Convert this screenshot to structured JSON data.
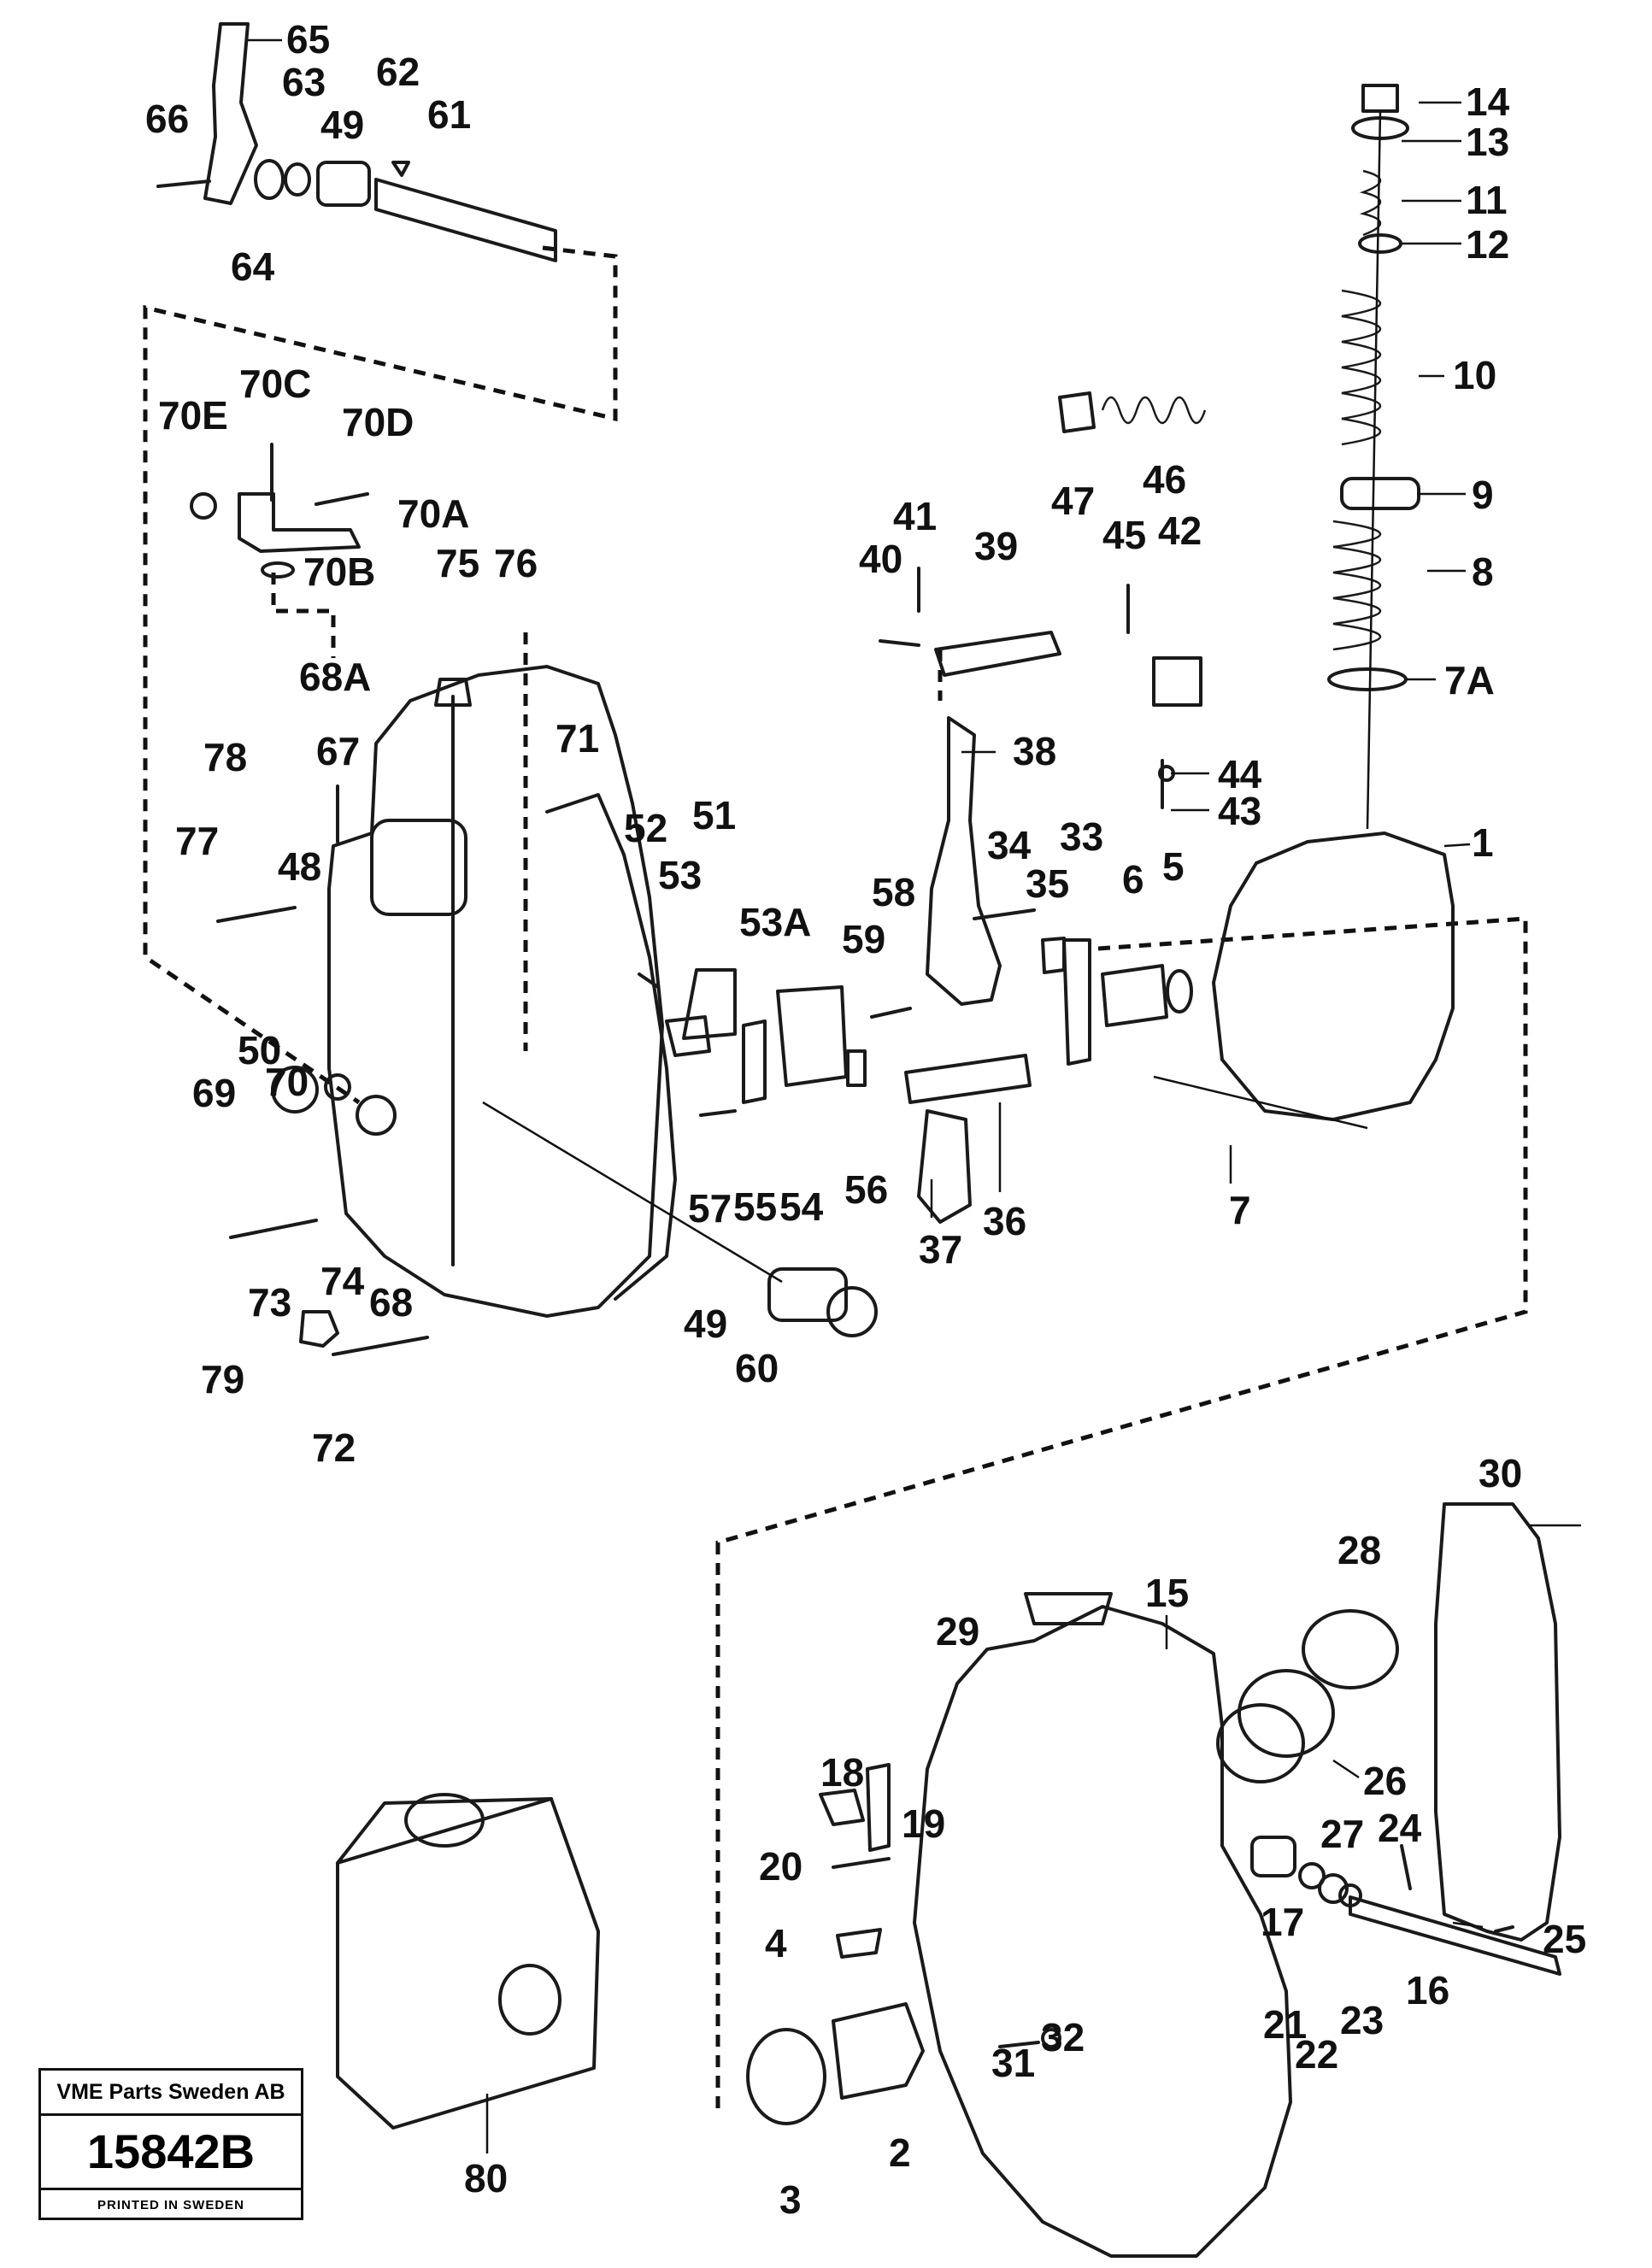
{
  "labels": [
    {
      "text": "65"
    },
    {
      "text": "66"
    },
    {
      "text": "63"
    },
    {
      "text": "62"
    },
    {
      "text": "49"
    },
    {
      "text": "61"
    },
    {
      "text": "64"
    },
    {
      "text": "70E"
    },
    {
      "text": "70C"
    },
    {
      "text": "70D"
    },
    {
      "text": "70A"
    },
    {
      "text": "70B"
    },
    {
      "text": "75"
    },
    {
      "text": "76"
    },
    {
      "text": "68A"
    },
    {
      "text": "67"
    },
    {
      "text": "78"
    },
    {
      "text": "77"
    },
    {
      "text": "48"
    },
    {
      "text": "71"
    },
    {
      "text": "52"
    },
    {
      "text": "51"
    },
    {
      "text": "53"
    },
    {
      "text": "53A"
    },
    {
      "text": "50"
    },
    {
      "text": "69"
    },
    {
      "text": "70"
    },
    {
      "text": "73"
    },
    {
      "text": "74"
    },
    {
      "text": "68"
    },
    {
      "text": "79"
    },
    {
      "text": "72"
    },
    {
      "text": "49"
    },
    {
      "text": "60"
    },
    {
      "text": "57"
    },
    {
      "text": "55"
    },
    {
      "text": "54"
    },
    {
      "text": "56"
    },
    {
      "text": "59"
    },
    {
      "text": "58"
    },
    {
      "text": "37"
    },
    {
      "text": "36"
    },
    {
      "text": "38"
    },
    {
      "text": "34"
    },
    {
      "text": "35"
    },
    {
      "text": "33"
    },
    {
      "text": "6"
    },
    {
      "text": "5"
    },
    {
      "text": "41"
    },
    {
      "text": "40"
    },
    {
      "text": "39"
    },
    {
      "text": "45"
    },
    {
      "text": "42"
    },
    {
      "text": "47"
    },
    {
      "text": "46"
    },
    {
      "text": "44"
    },
    {
      "text": "43"
    },
    {
      "text": "7"
    },
    {
      "text": "1"
    },
    {
      "text": "14"
    },
    {
      "text": "13"
    },
    {
      "text": "11"
    },
    {
      "text": "12"
    },
    {
      "text": "10"
    },
    {
      "text": "9"
    },
    {
      "text": "8"
    },
    {
      "text": "7A"
    },
    {
      "text": "30"
    },
    {
      "text": "28"
    },
    {
      "text": "29"
    },
    {
      "text": "15"
    },
    {
      "text": "26"
    },
    {
      "text": "27"
    },
    {
      "text": "24"
    },
    {
      "text": "25"
    },
    {
      "text": "18"
    },
    {
      "text": "19"
    },
    {
      "text": "20"
    },
    {
      "text": "17"
    },
    {
      "text": "16"
    },
    {
      "text": "4"
    },
    {
      "text": "21"
    },
    {
      "text": "22"
    },
    {
      "text": "23"
    },
    {
      "text": "31"
    },
    {
      "text": "32"
    },
    {
      "text": "2"
    },
    {
      "text": "3"
    },
    {
      "text": "80"
    }
  ],
  "stamp": {
    "company": "VME Parts Sweden AB",
    "drawing_number": "15842B",
    "printed": "PRINTED IN SWEDEN"
  }
}
